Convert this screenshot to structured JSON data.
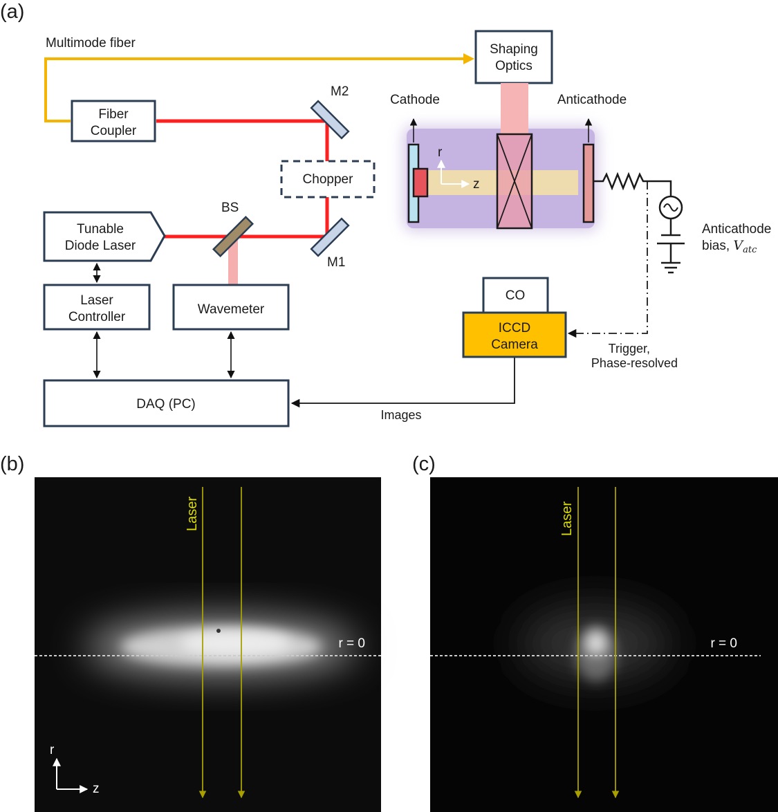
{
  "panels": {
    "a": "(a)",
    "b": "(b)",
    "c": "(c)"
  },
  "labels": {
    "multimode_fiber": "Multimode fiber",
    "shaping_optics": [
      "Shaping",
      "Optics"
    ],
    "fiber_coupler": [
      "Fiber",
      "Coupler"
    ],
    "m2": "M2",
    "m1": "M1",
    "chopper": "Chopper",
    "bs": "BS",
    "tunable_laser": [
      "Tunable",
      "Diode Laser"
    ],
    "laser_controller": [
      "Laser",
      "Controller"
    ],
    "wavemeter": "Wavemeter",
    "daq": "DAQ (PC)",
    "images": "Images",
    "cathode": "Cathode",
    "anticathode": "Anticathode",
    "axis_r": "r",
    "axis_z": "z",
    "anticathode_bias": "Anticathode",
    "bias_prefix": "bias, ",
    "bias_var": "V",
    "bias_sub": "atc",
    "co": "CO",
    "iccd": [
      "ICCD",
      "Camera"
    ],
    "trigger": [
      "Trigger,",
      "Phase-resolved"
    ]
  },
  "images": {
    "b": {
      "laser_label": "Laser",
      "r0_label": "r = 0",
      "axis_r": "r",
      "axis_z": "z"
    },
    "c": {
      "laser_label": "Laser",
      "r0_label": "r = 0"
    }
  },
  "colors": {
    "laser_beam": "#ff1f1f",
    "fiber": "#f5b400",
    "box_stroke": "#2b3d52",
    "chamber": "#b59fd6",
    "iccd_fill": "#ffc000",
    "laser_line": "#a8a000"
  }
}
